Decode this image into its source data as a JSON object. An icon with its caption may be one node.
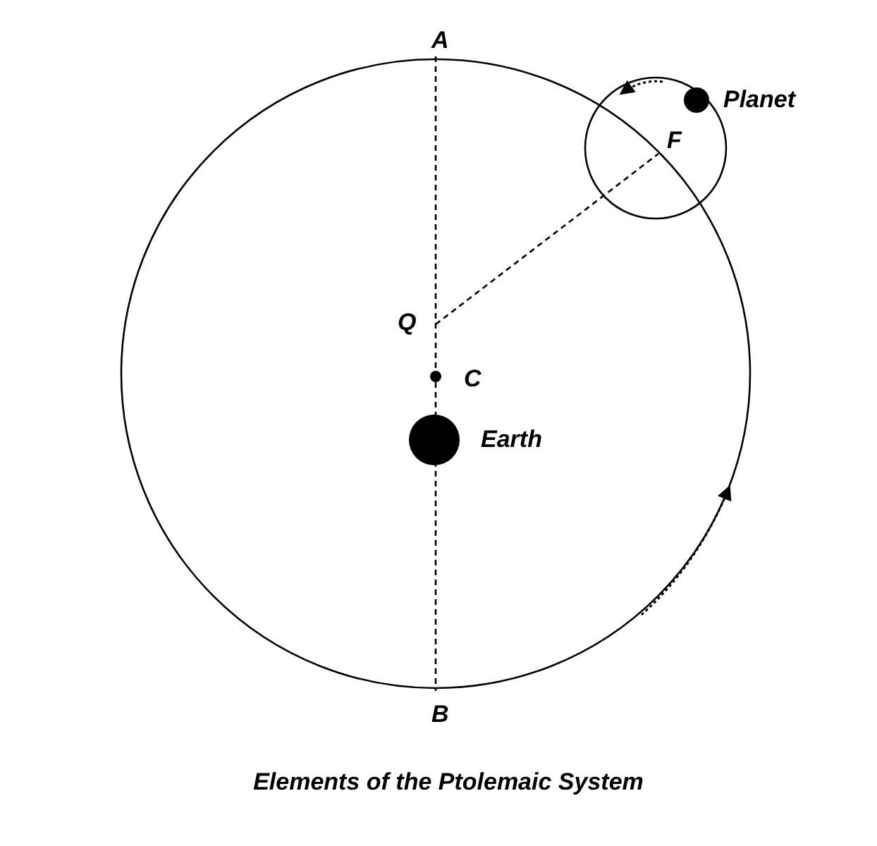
{
  "diagram": {
    "caption": "Elements of the Ptolemaic System",
    "labels": [
      "A",
      "Planet",
      "F",
      "Q",
      "C",
      "Earth",
      "B"
    ]
  }
}
